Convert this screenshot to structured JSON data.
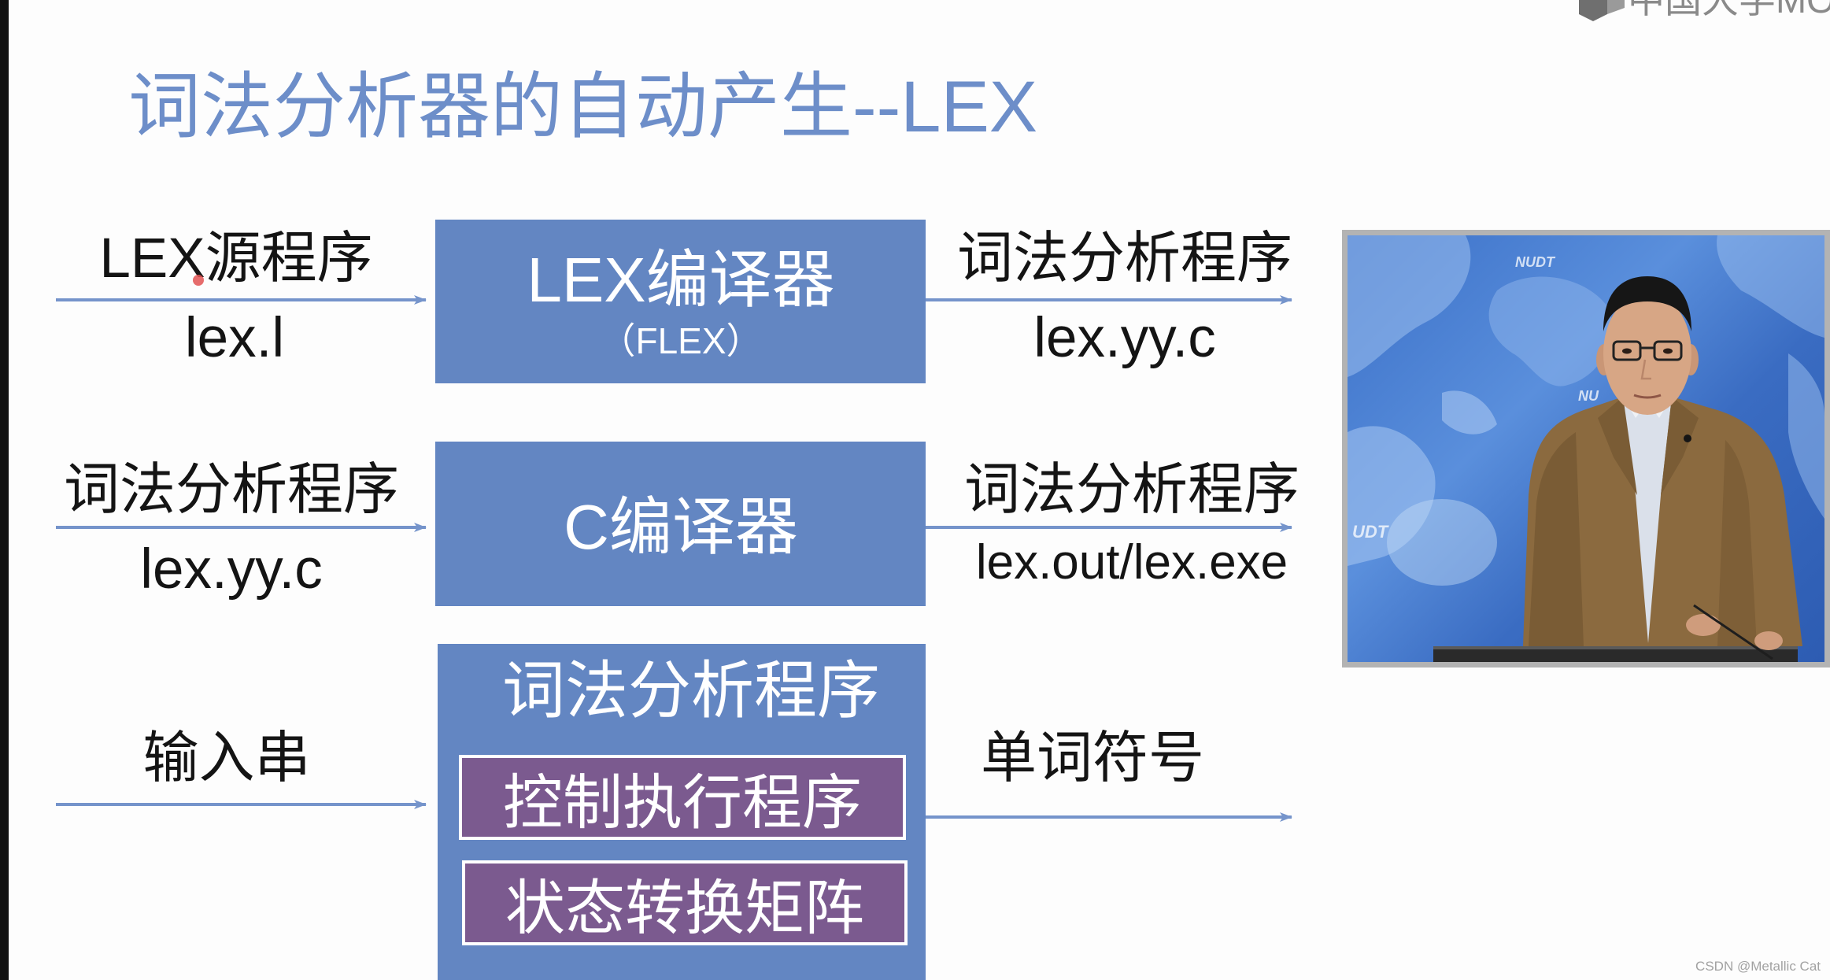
{
  "logo": {
    "icon": "mooc-cube-icon",
    "text": "中国大学MOOC"
  },
  "title": "词法分析器的自动产生--LEX",
  "row1": {
    "input_label": "LEX源程序",
    "input_file": "lex.l",
    "processor_title": "LEX编译器",
    "processor_subtitle": "（FLEX）",
    "output_label": "词法分析程序",
    "output_file": "lex.yy.c"
  },
  "row2": {
    "input_label": "词法分析程序",
    "input_file": "lex.yy.c",
    "processor_title": "C编译器",
    "output_label": "词法分析程序",
    "output_file": "lex.out/lex.exe"
  },
  "row3": {
    "input_label": "输入串",
    "processor_title": "词法分析程序",
    "components": [
      "控制执行程序",
      "状态转换矩阵"
    ],
    "output_label": "单词符号"
  },
  "video": {
    "labels": [
      "NUDT",
      "NU",
      "UDT"
    ]
  },
  "watermark": "CSDN @Metallic Cat",
  "colors": {
    "title": "#6d8ec9",
    "box_blue": "#6386c2",
    "box_purple": "#7b5a8f",
    "arrow": "#7594cb",
    "text": "#141414"
  }
}
